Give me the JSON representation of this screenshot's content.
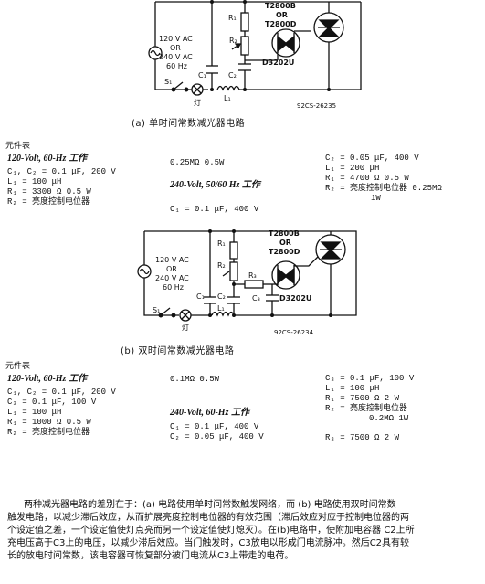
{
  "circuit_a": {
    "src_line1": "120 V AC",
    "src_line2": "OR",
    "src_line3": "240 V AC",
    "src_line4": "60 Hz",
    "triac_line1": "T2800B",
    "triac_line2": "OR",
    "triac_line3": "T2800D",
    "diac": "D3202U",
    "r1": "R₁",
    "r2": "R₂",
    "c1": "C₁",
    "c2": "C₂",
    "l1": "L₁",
    "s1": "S₁",
    "lamp": "灯",
    "code": "92CS-26235",
    "caption": "(a)  单时间常数减光器电路"
  },
  "table_a": {
    "heading": "元件表",
    "col1": [
      "120-Volt, 60-Hz  工作",
      "C₁, C₂ = 0.1 μF, 200 V",
      "L₁ = 100 μH",
      "R₁ = 3300 Ω       0.5 W",
      "R₂ = 亮度控制电位器"
    ],
    "col2_top": "0.25MΩ      0.5W",
    "col2_head": "240-Volt, 50/60 Hz  工作",
    "col2_bottom": "C₁ = 0.1 μF, 400 V",
    "col3": [
      "C₂ = 0.05 μF, 400 V",
      "L₁ = 200 μH",
      "R₁ = 4700 Ω       0.5 W",
      "R₂ = 亮度控制电位器  0.25MΩ",
      "1W"
    ]
  },
  "circuit_b": {
    "src_line1": "120 V AC",
    "src_line2": "OR",
    "src_line3": "240 V AC",
    "src_line4": "60 Hz",
    "triac_line1": "T2800B",
    "triac_line2": "OR",
    "triac_line3": "T2800D",
    "diac": "D3202U",
    "r1": "R₁",
    "r2": "R₂",
    "r3": "R₃",
    "c1": "C₁",
    "c2": "C₂",
    "c3": "C₃",
    "l1": "L₁",
    "s1": "S₁",
    "lamp": "灯",
    "code": "92CS-26234",
    "caption": "(b)  双时间常数减光器电路"
  },
  "table_b": {
    "heading": "元件表",
    "col1": [
      "120-Volt, 60-Hz  工作",
      "C₁, C₂ = 0.1 μF, 200 V",
      "C₃ = 0.1 μF, 100 V",
      "L₁ = 100 μH",
      "R₁ = 1000 Ω       0.5 W",
      "R₂ = 亮度控制电位器"
    ],
    "col2_top": "0.1MΩ      0.5W",
    "col2_head": "240-Volt, 60-Hz  工作",
    "col2_bottom1": "C₁ = 0.1 μF, 400 V",
    "col2_bottom2": "C₂ = 0.05 μF, 400 V",
    "col3": [
      "C₃ = 0.1 μF, 100 V",
      "L₁ = 100 μH",
      "R₁ = 7500 Ω       2 W",
      "R₂ = 亮度控制电位器",
      "0.2MΩ      1W"
    ],
    "col3_last": "R₃ = 7500 Ω       2 W"
  },
  "paragraph": [
    "两种减光器电路的差别在于：(a) 电路使用单时间常数触发网络，而 (b) 电路使用双时间常数",
    "触发电路，以减少滞后效应，从而扩展亮度控制电位器的有效范围（滞后效应对应于控制电位器的两",
    "个设定值之差，一个设定值使灯点亮而另一个设定值使灯熄灭）。在(b)电路中，使附加电容器 C2上所",
    "充电压高于C3上的电压，以减少滞后效应。当门触发时，C3放电以形成门电流脉冲。然后C2具有较",
    "长的放电时间常数，该电容器可恢复部分被门电流从C3上带走的电荷。"
  ]
}
